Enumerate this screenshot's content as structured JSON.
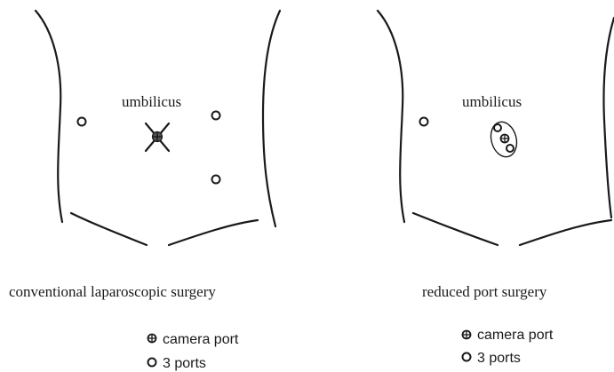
{
  "left_panel": {
    "umbilicus_label": "umbilicus",
    "title": "conventional laparoscopic surgery",
    "legend": {
      "camera_port": "camera port",
      "ports": "3 ports"
    }
  },
  "right_panel": {
    "umbilicus_label": "umbilicus",
    "title": "reduced port surgery",
    "legend": {
      "camera_port": "camera port",
      "ports": "3 ports"
    }
  }
}
